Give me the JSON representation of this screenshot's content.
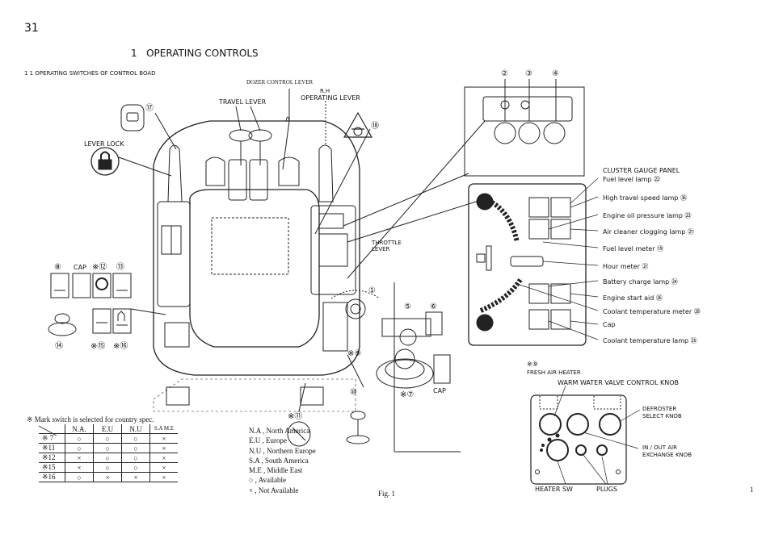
{
  "page_mark": "31",
  "title": "1   OPERATING CONTROLS",
  "subtitle": "1 1 OPERATING SWITCHES OF CONTROL BOAD",
  "labels": {
    "dozer_control_lever": "DOZER CONTROL LEVER",
    "travel_lever": "TRAVEL LEVER",
    "rh_operating_lever_1": "R.H",
    "rh_operating_lever_2": "OPERATING LEVER",
    "lever_lock": "LEVER LOCK",
    "throttle_lever_1": "THROTTLE",
    "throttle_lever_2": "LEVER",
    "cap_left": "CAP",
    "cap_right": "CAP",
    "n1": "①",
    "n2": "②",
    "n3": "③",
    "n4": "④",
    "n5": "⑤",
    "n6": "⑥",
    "n7": "※⑦",
    "n8": "⑧",
    "n9": "※⑨",
    "n10": "⑩",
    "n11": "※⑪",
    "n12": "※⑫",
    "n13": "⑬",
    "n14": "⑭",
    "n15": "※⑮",
    "n16": "※⑯",
    "n17": "⑰",
    "n18": "⑱"
  },
  "cluster_gauge_panel": {
    "title": "CLUSTER GAUGE PANEL",
    "items": [
      {
        "label": "Fuel level lamp",
        "num": "㉒"
      },
      {
        "label": "High travel speed lamp",
        "num": "㊱"
      },
      {
        "label": "Engine oil pressure lamp",
        "num": "㉓"
      },
      {
        "label": "Air cleaner clogging lamp",
        "num": "㉗"
      },
      {
        "label": "Fuel level meter",
        "num": "⑲"
      },
      {
        "label": "Hour meter",
        "num": "㉑"
      },
      {
        "label": "Battery charge lamp",
        "num": "㉔"
      },
      {
        "label": "Engine start aid",
        "num": "㉖"
      },
      {
        "label": "Coolant temperature meter",
        "num": "⑳"
      },
      {
        "label": "Cap",
        "num": ""
      },
      {
        "label": "Coolant temperature lamp",
        "num": "㉕"
      }
    ]
  },
  "fresh_air_heater": {
    "mark": "※⑨",
    "title": "FRESH AIR HEATER",
    "warm_water": "WARM WATER VALVE CONTROL KNOB",
    "defroster_1": "DEFROSTER",
    "defroster_2": "SELECT KNOB",
    "inout_1": "IN / OUT AIR",
    "inout_2": "EXCHANGE KNOB",
    "heater_sw": "HEATER SW",
    "plugs": "PLUGS"
  },
  "spec_table": {
    "note": "※ Mark switch is selected for country spec.",
    "headers": [
      "N.A.",
      "E.U",
      "N.U",
      "S.A M.E"
    ],
    "rows": [
      {
        "id": "※ 7",
        "cells": [
          "○",
          "○",
          "○",
          "×"
        ]
      },
      {
        "id": "※11",
        "cells": [
          "○",
          "○",
          "○",
          "×"
        ]
      },
      {
        "id": "※12",
        "cells": [
          "×",
          "○",
          "○",
          "×"
        ]
      },
      {
        "id": "※15",
        "cells": [
          "×",
          "○",
          "○",
          "×"
        ]
      },
      {
        "id": "※16",
        "cells": [
          "○",
          "×",
          "×",
          "×"
        ]
      }
    ],
    "legend": [
      "N.A , North America",
      "E.U , Europe",
      "N.U , Northern Europe",
      "S.A , South America",
      "M.E , Middle East",
      "○ , Available",
      "× , Not Available"
    ]
  },
  "figure_caption": "Fig. 1",
  "page_number": "1"
}
